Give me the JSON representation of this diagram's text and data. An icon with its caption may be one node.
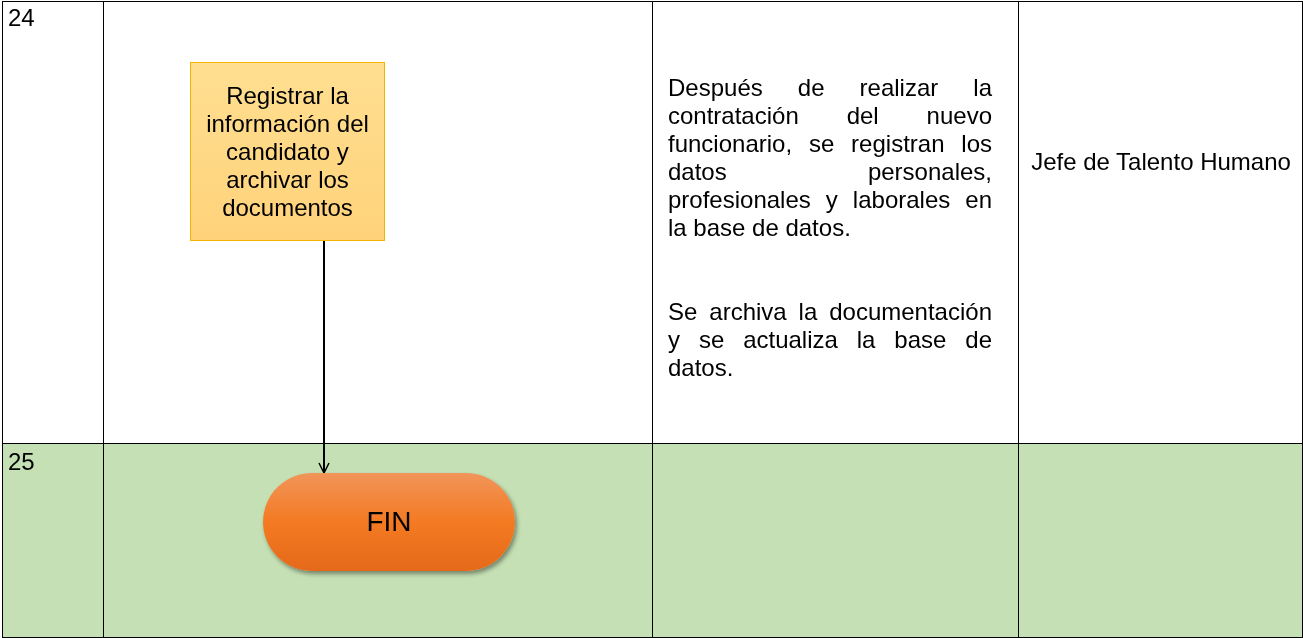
{
  "diagram": {
    "nodes": [
      {
        "text": [
          "Registrar la información del candidato y archivar los documentos"
        ]
      },
      {
        "text": [
          "FIN"
        ]
      }
    ],
    "edges": [
      {
        "from": 0,
        "to": 1,
        "arrow": "to"
      }
    ],
    "labels": [
      "24",
      "Después de realizar la contratación del nuevo funcionario, se registran los datos personales, profesionales y laborales en la base de datos.",
      "Se archiva la documentación y se actualiza la base de datos.",
      "Jefe de Talento Humano",
      "25"
    ]
  }
}
